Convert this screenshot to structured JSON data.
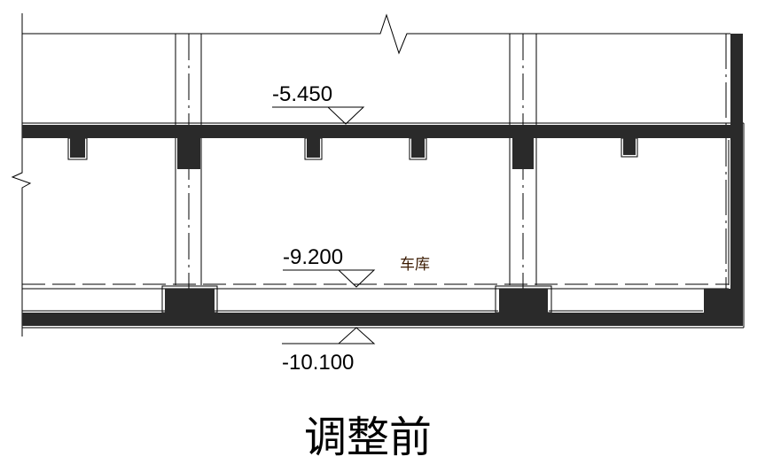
{
  "elevations": {
    "top": "-5.450",
    "mid": "-9.200",
    "bottom": "-10.100"
  },
  "room_label": "车库",
  "caption": "调整前",
  "colors": {
    "fill": "#2a2a2a",
    "line": "#000000",
    "room_label": "#3a1a00"
  }
}
